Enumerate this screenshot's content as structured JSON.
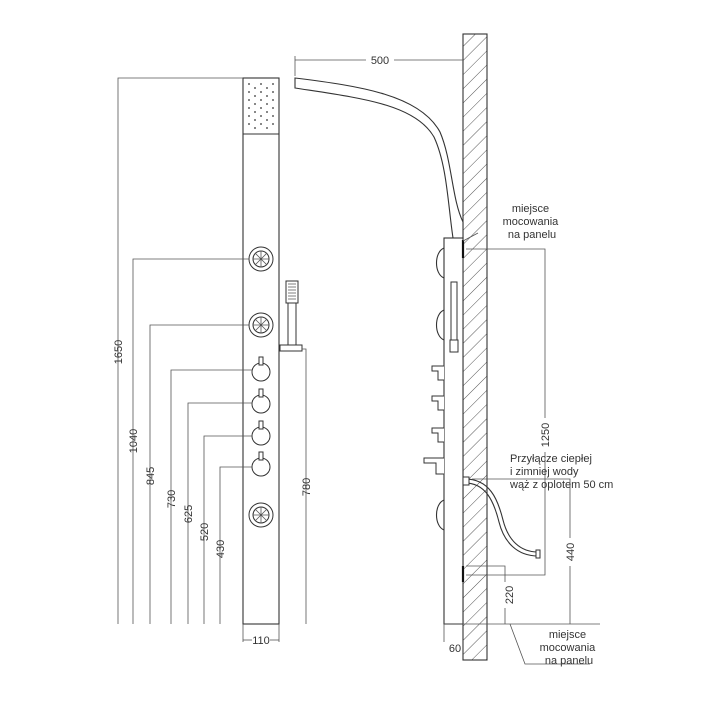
{
  "front_view": {
    "dims": {
      "total_height": "1650",
      "jet1_height": "1040",
      "jet2_height": "845",
      "valve1_height": "730",
      "valve2_height": "625",
      "valve3_height": "520",
      "valve4_height": "430",
      "handshower_height": "780",
      "panel_width": "110"
    }
  },
  "side_view": {
    "dims": {
      "arm_reach": "500",
      "mount_spacing": "1250",
      "inlet_height": "440",
      "lower_mount_height": "220",
      "panel_depth": "60"
    },
    "notes": {
      "mount_upper": [
        "miejsce",
        "mocowania",
        "na panelu"
      ],
      "mount_lower": [
        "miejsce",
        "mocowania",
        "na panelu"
      ],
      "connection": [
        "Przyłącze ciepłej",
        "i zimniej wody",
        "wąż z oplotem 50 cm"
      ]
    }
  },
  "colors": {
    "line": "#333333",
    "background": "#ffffff"
  }
}
